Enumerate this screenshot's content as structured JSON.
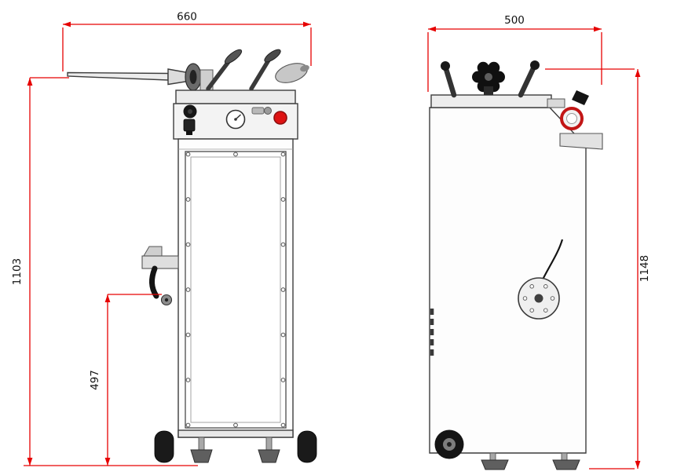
{
  "drawing": {
    "dimensions": {
      "front_overall_width_mm": "660",
      "front_overall_height_mm": "1103",
      "front_outlet_height_mm": "497",
      "side_overall_width_mm": "500",
      "side_overall_height_mm": "1148"
    },
    "colors": {
      "dimension_lines": "#e60000",
      "machine_outline": "#3d3d3d",
      "emergency_button": "#de1212",
      "gauge_ring": "#c21616"
    }
  }
}
